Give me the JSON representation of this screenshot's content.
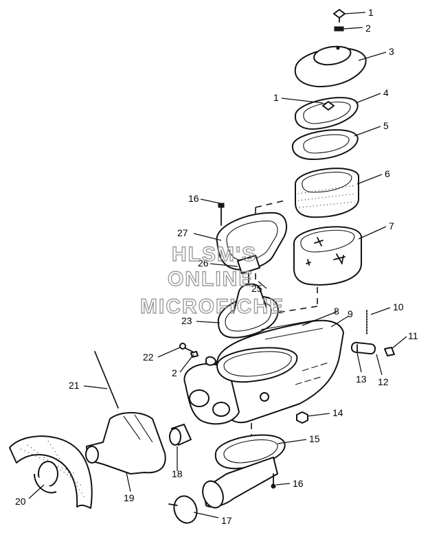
{
  "watermark": {
    "line1": "HLSM'S",
    "line2": "ONLINE",
    "line3": "MICROFICHE"
  },
  "callouts": {
    "c1_top": "1",
    "c2_top": "2",
    "c3": "3",
    "c1_mid": "1",
    "c4": "4",
    "c5": "5",
    "c6": "6",
    "c7": "7",
    "c16_top": "16",
    "c27": "27",
    "c26": "26",
    "c25": "25",
    "c23": "23",
    "c8": "8",
    "c9": "9",
    "c10": "10",
    "c11": "11",
    "c22": "22",
    "c2_mid": "2",
    "c13": "13",
    "c12": "12",
    "c21": "21",
    "c14": "14",
    "c15": "15",
    "c20": "20",
    "c18": "18",
    "c19": "19",
    "c16_bottom": "16",
    "c17": "17"
  }
}
